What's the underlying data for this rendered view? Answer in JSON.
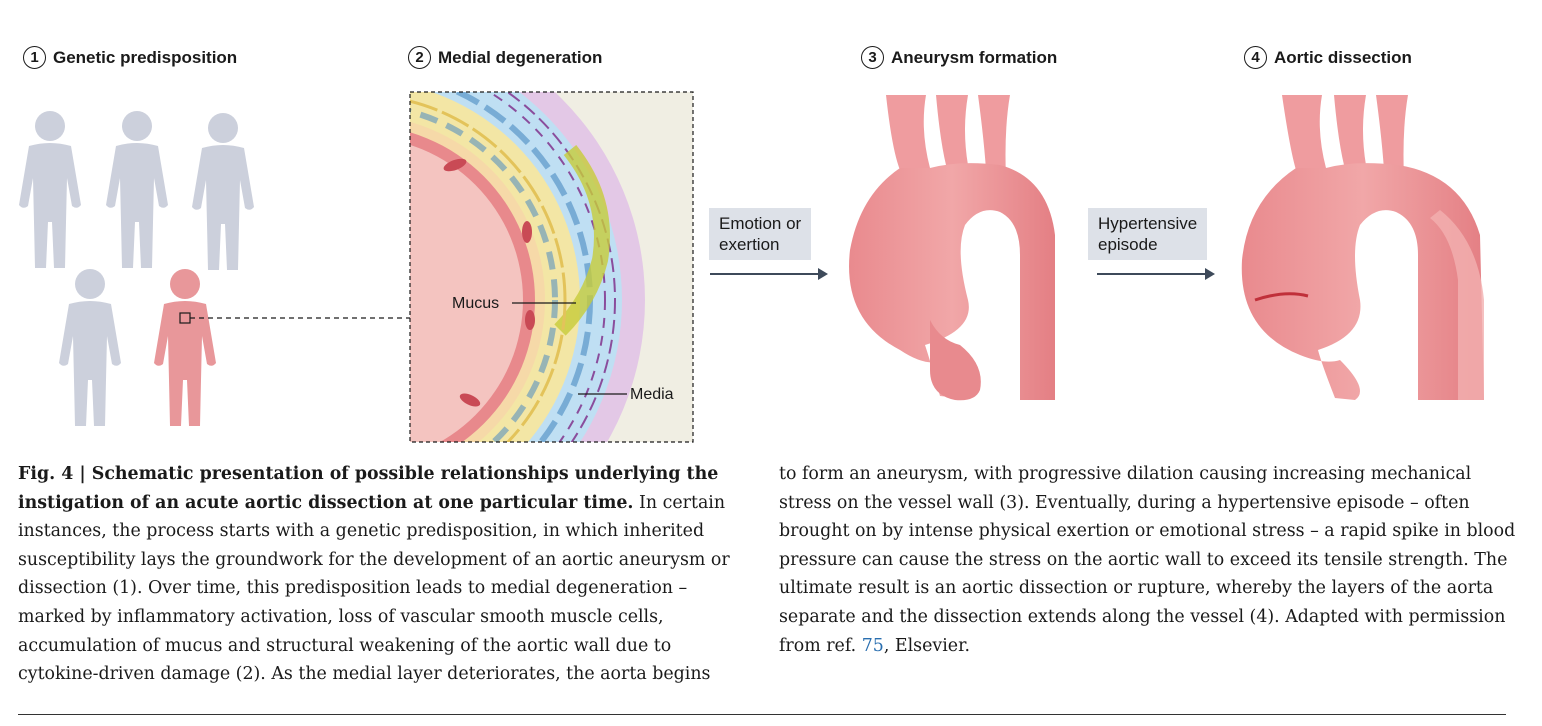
{
  "panels": [
    {
      "number": "1",
      "title": "Genetic predisposition"
    },
    {
      "number": "2",
      "title": "Medial degeneration"
    },
    {
      "number": "3",
      "title": "Aneurysm formation"
    },
    {
      "number": "4",
      "title": "Aortic dissection"
    }
  ],
  "labels": {
    "mucus": "Mucus",
    "media": "Media"
  },
  "arrows": [
    {
      "line1": "Emotion or",
      "line2": "exertion"
    },
    {
      "line1": "Hypertensive",
      "line2": "episode"
    }
  ],
  "colors": {
    "person_grey": "#ccd0dc",
    "person_affected": "#e8979a",
    "aorta": "#e88a8e",
    "arrow_box": "#dde1e8"
  },
  "caption": {
    "fig_label": "Fig. 4 | Schematic presentation of possible relationships underlying the instigation of an acute aortic dissection at one particular time.",
    "left_text": " In certain instances, the process starts with a genetic predisposition, in which inherited susceptibility lays the groundwork for the development of an aortic aneurysm or dissection (1). Over time, this predisposition leads to medial degeneration – marked by inflammatory activation, loss of vascular smooth muscle cells, accumulation of mucus and structural weakening of the aortic wall due to cytokine-driven damage (2). As the medial layer deteriorates, the aorta begins",
    "right_text": "to form an aneurysm, with progressive dilation causing increasing mechanical stress on the vessel wall (3). Eventually, during a hypertensive episode – often brought on by intense physical exertion or emotional stress – a rapid spike in blood pressure can cause the stress on the aortic wall to exceed its tensile strength. The ultimate result is an aortic dissection or rupture, whereby the layers of the aorta separate and the dissection extends along the vessel (4). Adapted with permission from ref. ",
    "ref_number": "75",
    "right_tail": ", Elsevier."
  }
}
